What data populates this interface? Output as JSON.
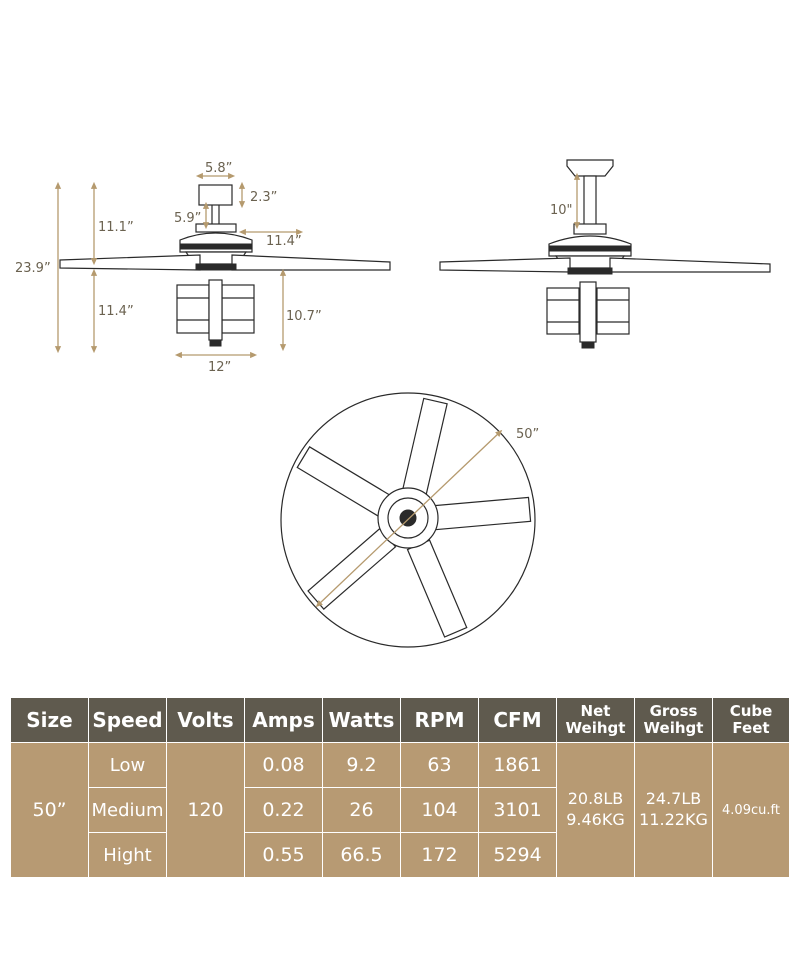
{
  "dimensions": {
    "canopy_width": "5.8”",
    "canopy_height": "2.3”",
    "motor_to_canopy": "5.9”",
    "upper_height": "11.1”",
    "motor_width": "11.4”",
    "total_height": "23.9”",
    "lower_height": "11.4”",
    "light_height": "10.7”",
    "light_width": "12”",
    "downrod": "10\"",
    "diameter": "50”"
  },
  "table": {
    "headers": [
      "Size",
      "Speed",
      "Volts",
      "Amps",
      "Watts",
      "RPM",
      "CFM",
      "Net Weihgt",
      "Gross Weihgt",
      "Cube Feet"
    ],
    "size": "50”",
    "volts": "120",
    "rows": [
      {
        "speed": "Low",
        "amps": "0.08",
        "watts": "9.2",
        "rpm": "63",
        "cfm": "1861"
      },
      {
        "speed": "Medium",
        "amps": "0.22",
        "watts": "26",
        "rpm": "104",
        "cfm": "3101"
      },
      {
        "speed": "Hight",
        "amps": "0.55",
        "watts": "66.5",
        "rpm": "172",
        "cfm": "5294"
      }
    ],
    "net_weight_lb": "20.8LB",
    "net_weight_kg": "9.46KG",
    "gross_weight_lb": "24.7LB",
    "gross_weight_kg": "11.22KG",
    "cube_feet": "4.09cu.ft"
  }
}
